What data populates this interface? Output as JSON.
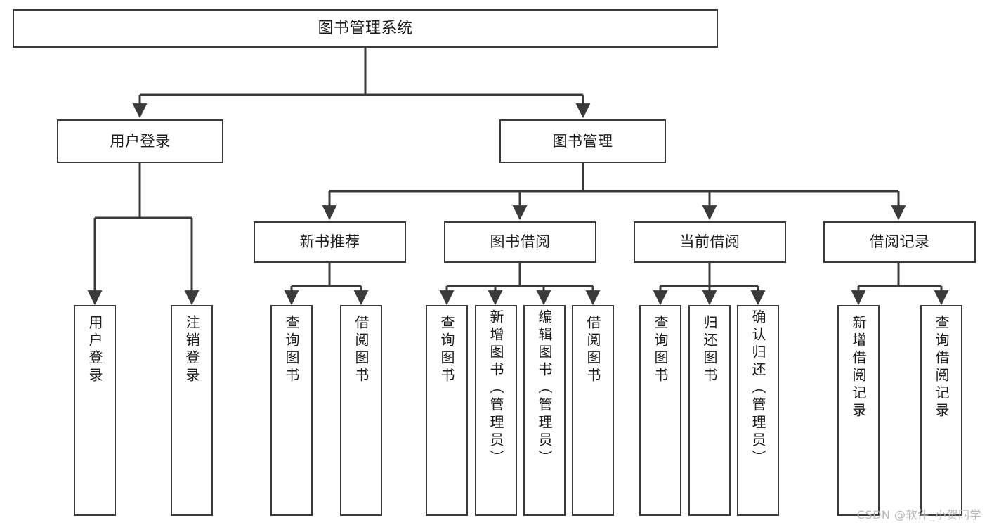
{
  "diagram": {
    "title": "图书管理系统",
    "type": "tree",
    "root": {
      "label": "图书管理系统"
    },
    "level2": [
      {
        "label": "用户登录"
      },
      {
        "label": "图书管理"
      }
    ],
    "level3": [
      {
        "label": "新书推荐"
      },
      {
        "label": "图书借阅"
      },
      {
        "label": "当前借阅"
      },
      {
        "label": "借阅记录"
      }
    ],
    "leaves_user_login": [
      {
        "label": "用户登录"
      },
      {
        "label": "注销登录"
      }
    ],
    "leaves_new_book": [
      {
        "label": "查询图书"
      },
      {
        "label": "借阅图书"
      }
    ],
    "leaves_borrow": [
      {
        "label": "查询图书"
      },
      {
        "label": "新增图书（管理员）"
      },
      {
        "label": "编辑图书（管理员）"
      },
      {
        "label": "借阅图书"
      }
    ],
    "leaves_current": [
      {
        "label": "查询图书"
      },
      {
        "label": "归还图书"
      },
      {
        "label": "确认归还（管理员）"
      }
    ],
    "leaves_record": [
      {
        "label": "新增借阅记录"
      },
      {
        "label": "查询借阅记录"
      }
    ]
  },
  "watermark": {
    "text": "CSDN @软件_小贺同学"
  },
  "colors": {
    "stroke": "#3a3a3a",
    "fill": "#ffffff",
    "text": "#1c1c1c",
    "watermark": "#b9b9b9"
  }
}
